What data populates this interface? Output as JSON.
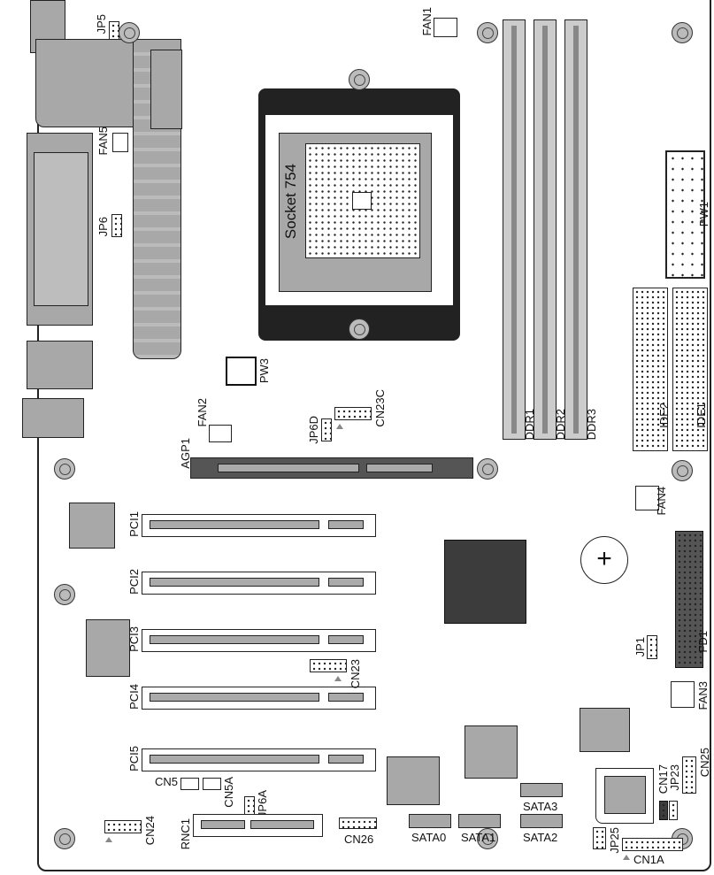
{
  "socket": {
    "label": "Socket 754"
  },
  "labels": {
    "jp5": "JP5",
    "fan1": "FAN1",
    "fan5": "FAN5",
    "jp6": "JP6",
    "pw1": "PW1",
    "pw3": "PW3",
    "fan2": "FAN2",
    "jp6d": "JP6D",
    "cn23c": "CN23C",
    "agp1": "AGP1",
    "ddr1": "DDR1",
    "ddr2": "DDR2",
    "ddr3": "DDR3",
    "ide1": "IDE1",
    "ide2": "IDE2",
    "fan4": "FAN4",
    "fd1": "FD1",
    "jp1": "JP1",
    "fan3": "FAN3",
    "cn23": "CN23",
    "pci1": "PCI1",
    "pci2": "PCI2",
    "pci3": "PCI3",
    "pci4": "PCI4",
    "pci5": "PCI5",
    "cn5": "CN5",
    "cn5a": "CN5A",
    "jp6a": "JP6A",
    "cn24": "CN24",
    "rnc1": "RNC1",
    "cn26": "CN26",
    "sata0": "SATA0",
    "sata1": "SATA1",
    "sata2": "SATA2",
    "sata3": "SATA3",
    "cn17": "CN17",
    "jp23": "JP23",
    "cn25": "CN25",
    "jp25": "JP25",
    "cn1a": "CN1A"
  },
  "colors": {
    "outline": "#222222",
    "component": "#a8a8a8",
    "dark": "#3c3c3c"
  }
}
